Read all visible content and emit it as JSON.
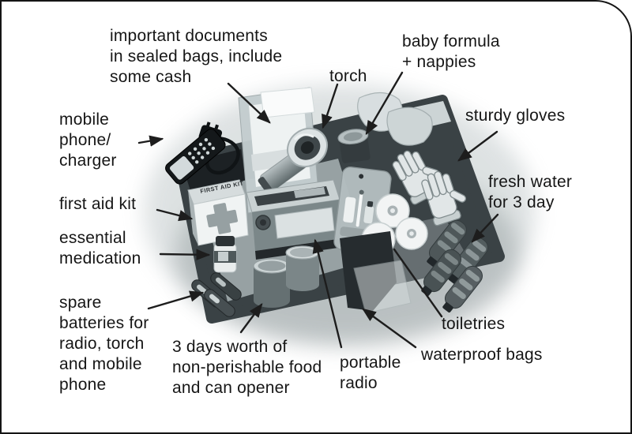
{
  "diagram": {
    "labels": {
      "important_documents": "important documents\nin sealed bags, include\nsome cash",
      "torch": "torch",
      "baby_formula": "baby formula\n+ nappies",
      "sturdy_gloves": "sturdy gloves",
      "mobile_phone": "mobile\nphone/\ncharger",
      "first_aid_kit": "first aid kit",
      "essential_medication": "essential\nmedication",
      "fresh_water": "fresh water\nfor 3 day",
      "spare_batteries": "spare\nbatteries for\nradio, torch\nand mobile\nphone",
      "food": "3 days worth of\nnon-perishable food\nand can opener",
      "portable_radio": "portable\nradio",
      "toiletries": "toiletries",
      "waterproof_bags": "waterproof bags"
    },
    "illustration": {
      "first_aid_box_text": "FIRST AID KIT",
      "items": [
        "mobile-phone-and-charger",
        "documents-in-sealed-bag",
        "torch",
        "baby-formula-tin",
        "nappies",
        "sturdy-gloves",
        "first-aid-kit",
        "portable-radio",
        "toiletries-bag",
        "toilet-paper-rolls",
        "water-bottles",
        "medication-bottle",
        "spare-batteries",
        "food-cans",
        "waterproof-bag",
        "kit-mat"
      ]
    },
    "colors": {
      "background": "#ffffff",
      "border": "#151515",
      "text": "#161616",
      "leader_line": "#1d1d1d"
    }
  }
}
